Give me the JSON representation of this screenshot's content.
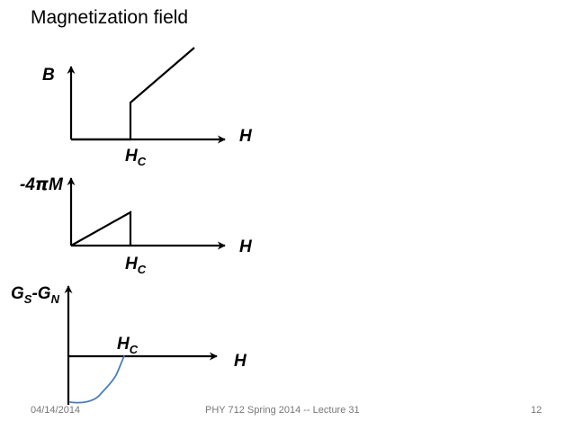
{
  "title": "Magnetization field",
  "labels": {
    "b": "B",
    "h": "H",
    "h_main": "H",
    "h_sub": "C",
    "minus4": "-4",
    "pi": "π",
    "m": "M",
    "g": "G",
    "gs_sub": "S",
    "dash": "-",
    "gn_sub": "N"
  },
  "footer": {
    "date": "04/14/2014",
    "course": "PHY 712  Spring 2014 -- Lecture 31",
    "page": "12"
  },
  "colors": {
    "ink": "#000000",
    "curve": "#4a7dbd",
    "footer_text": "#777777"
  }
}
